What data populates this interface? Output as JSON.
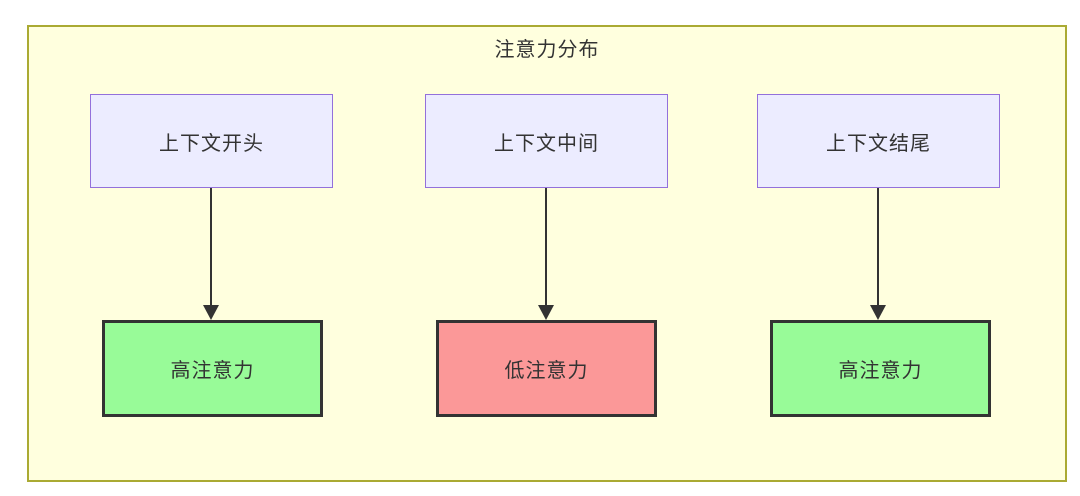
{
  "diagram": {
    "title": "注意力分布",
    "sources": [
      {
        "label": "上下文开头"
      },
      {
        "label": "上下文中间"
      },
      {
        "label": "上下文结尾"
      }
    ],
    "results": [
      {
        "label": "高注意力",
        "fill": "#98fb98"
      },
      {
        "label": "低注意力",
        "fill": "#fb9898"
      },
      {
        "label": "高注意力",
        "fill": "#98fb98"
      }
    ]
  },
  "colors": {
    "frame_bg": "#ffffde",
    "frame_border": "#aaaa33",
    "context_node_bg": "#ececff",
    "context_node_border": "#9370db",
    "result_node_border": "#333333",
    "arrow": "#333333",
    "text": "#333333"
  }
}
